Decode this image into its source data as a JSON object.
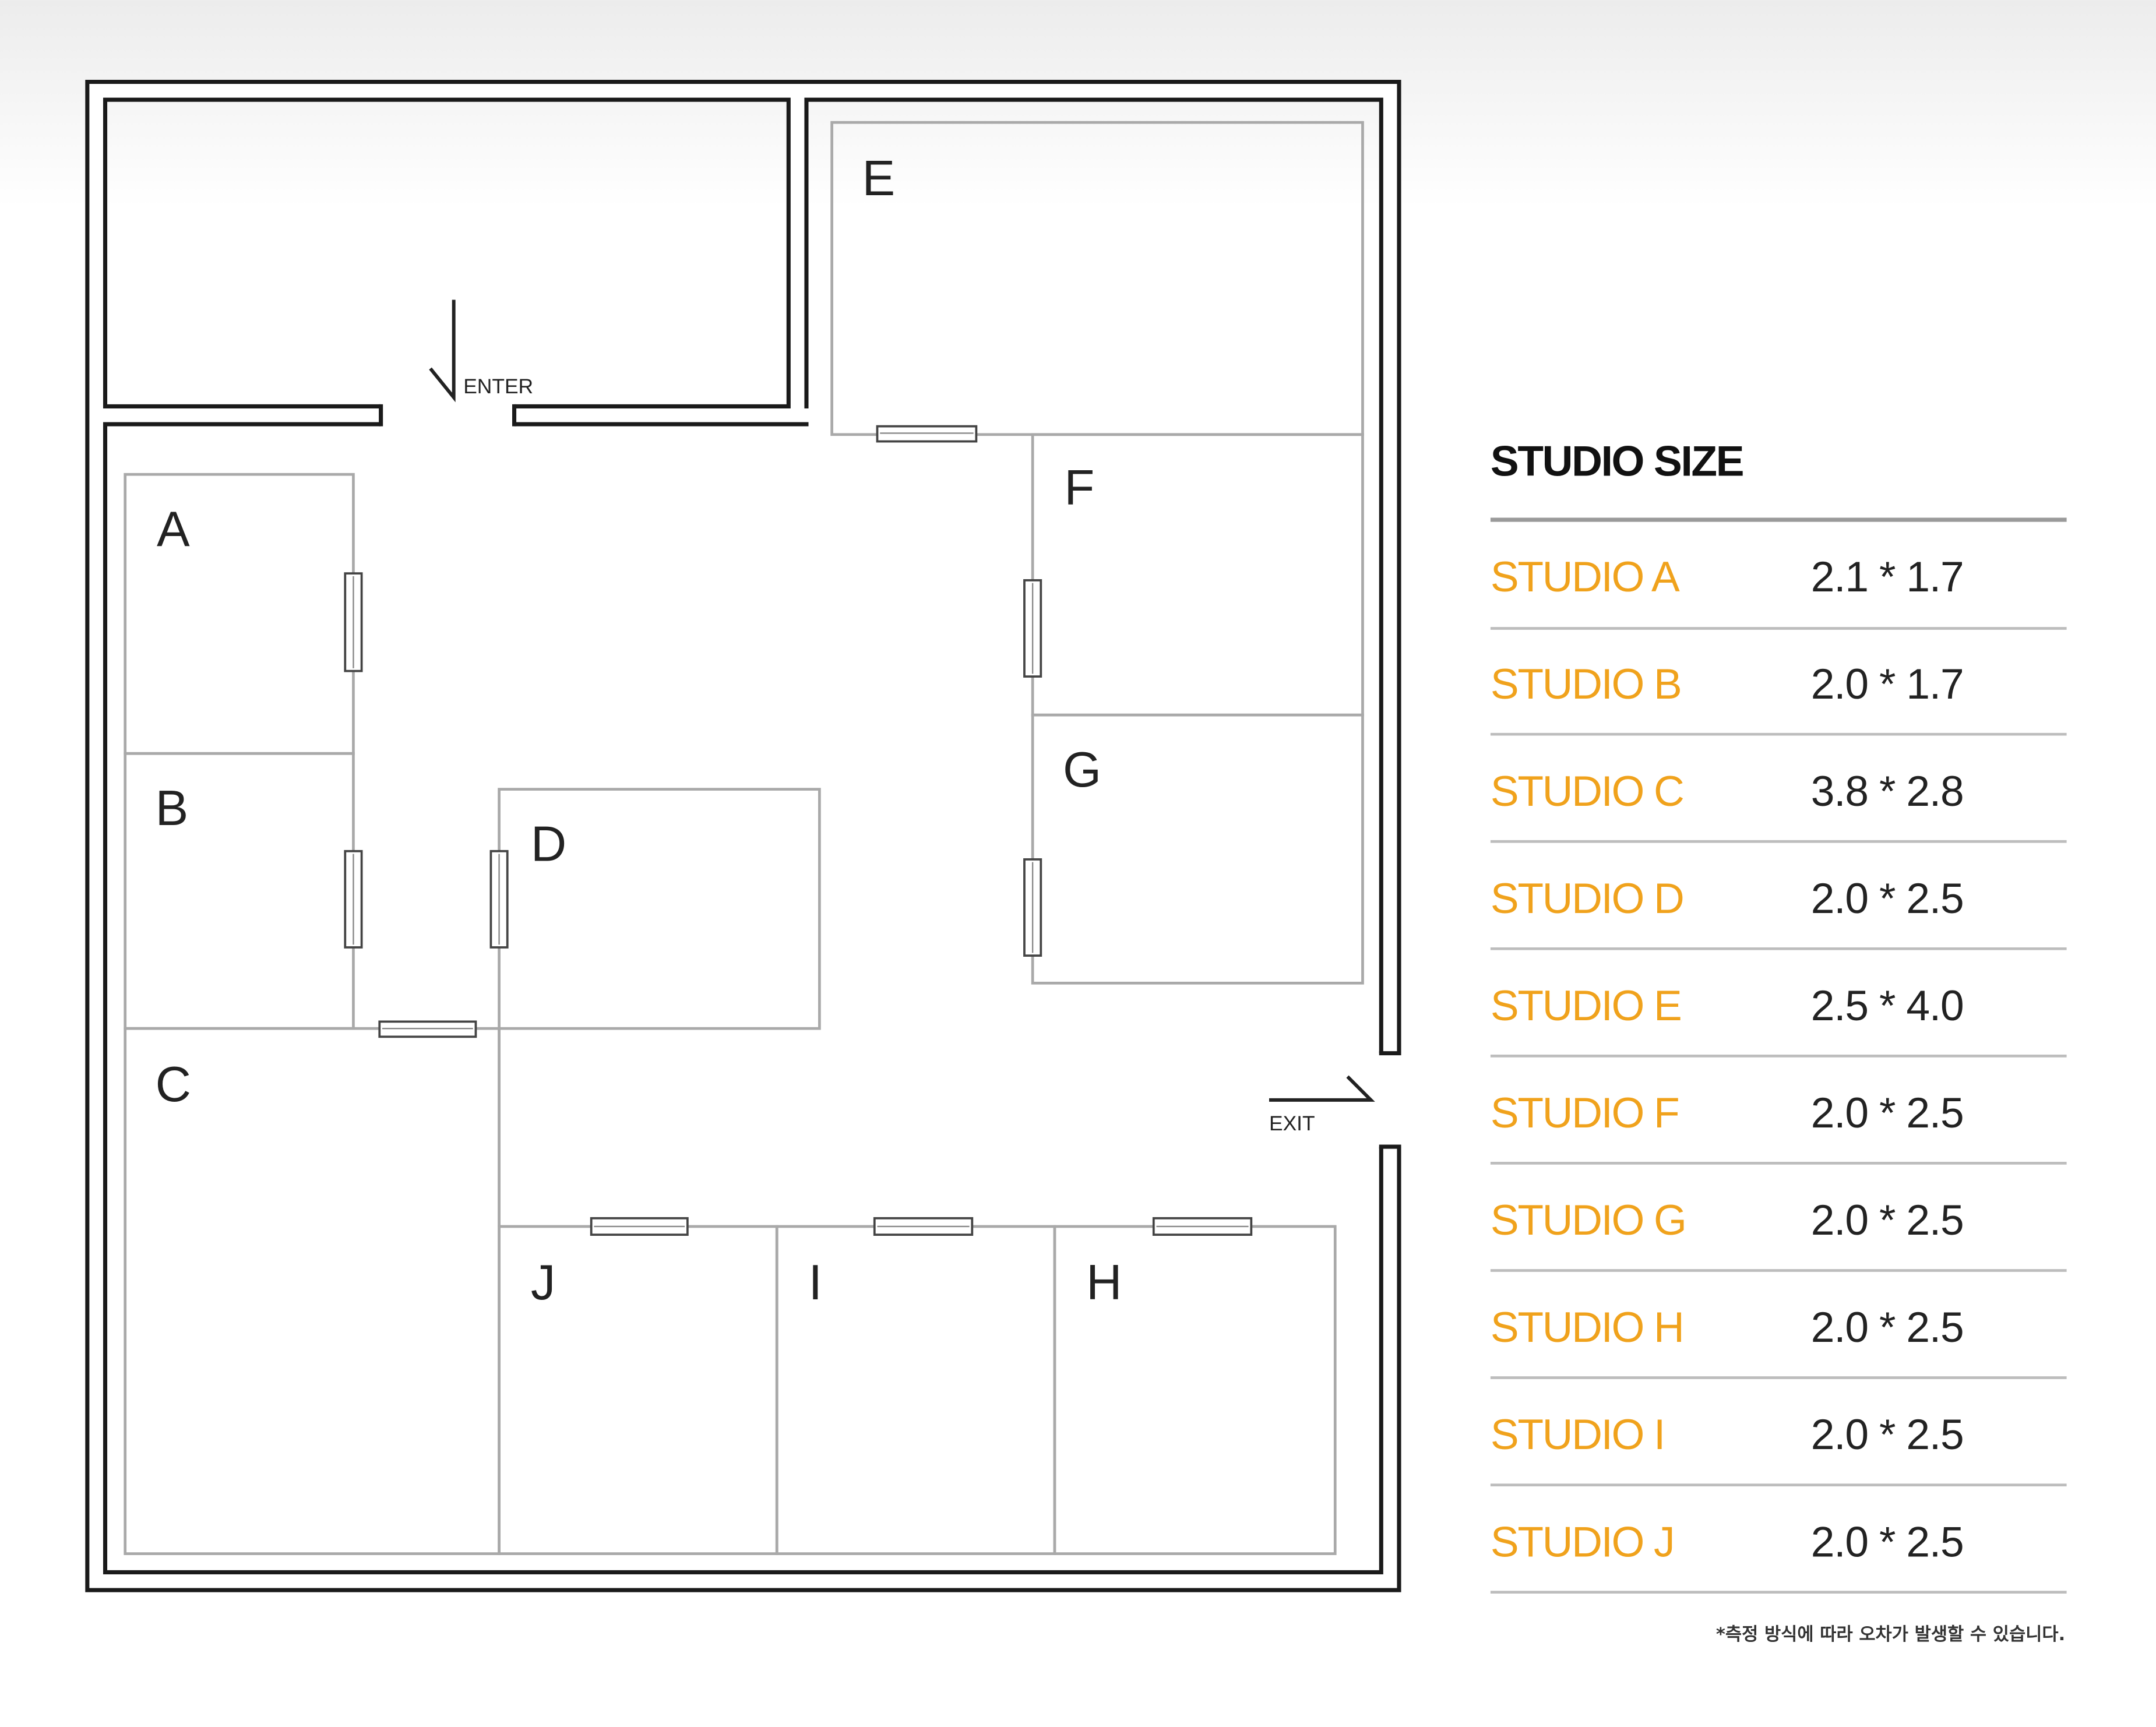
{
  "floor_plan": {
    "rooms": {
      "A": "A",
      "B": "B",
      "C": "C",
      "D": "D",
      "E": "E",
      "F": "F",
      "G": "G",
      "H": "H",
      "I": "I",
      "J": "J"
    },
    "enter_label": "ENTER",
    "exit_label": "EXIT"
  },
  "studio_size": {
    "title": "STUDIO SIZE",
    "accent_color": "#f0a21c",
    "rows": [
      {
        "name": "STUDIO A",
        "size": "2.1 * 1.7"
      },
      {
        "name": "STUDIO B",
        "size": "2.0 * 1.7"
      },
      {
        "name": "STUDIO C",
        "size": "3.8 * 2.8"
      },
      {
        "name": "STUDIO D",
        "size": "2.0 * 2.5"
      },
      {
        "name": "STUDIO E",
        "size": "2.5 * 4.0"
      },
      {
        "name": "STUDIO F",
        "size": "2.0 * 2.5"
      },
      {
        "name": "STUDIO G",
        "size": "2.0 * 2.5"
      },
      {
        "name": "STUDIO H",
        "size": "2.0 * 2.5"
      },
      {
        "name": "STUDIO I",
        "size": "2.0 * 2.5"
      },
      {
        "name": "STUDIO J",
        "size": "2.0 * 2.5"
      }
    ],
    "footnote": "*측정 방식에 따라 오차가 발생할 수 있습니다."
  }
}
